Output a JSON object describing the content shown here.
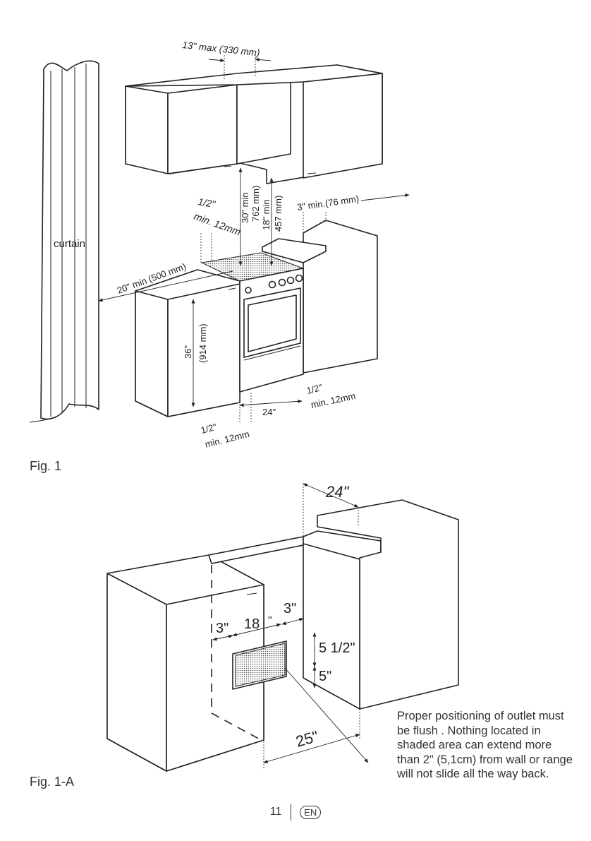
{
  "figure1": {
    "caption": "Fig. 1",
    "labels": {
      "top_gap": "13\" max (330 mm)",
      "curtain": "curtain",
      "hood_clear_in": "30\" min",
      "hood_clear_mm": "762 mm)",
      "cab_clear_in": "18\" min",
      "cab_clear_mm": "457 mm)",
      "side_gap_top": "1/2\"",
      "side_gap_top_min": "min. 12mm",
      "right_gap": "3\" min.(76 mm)",
      "curtain_dist": "20\" min (500 mm)",
      "counter_height_in": "36\"",
      "counter_height_mm": "(914 mm)",
      "range_width": "24\"",
      "right_bottom_gap": "1/2\"",
      "right_bottom_gap_min": "min. 12mm",
      "left_bottom_gap": "1/2\"",
      "left_bottom_gap_min": "min. 12mm"
    }
  },
  "figure1a": {
    "caption": "Fig. 1-A",
    "labels": {
      "depth": "24\"",
      "left_offset": "3\"",
      "zone_width": "18",
      "zone_width_unit": "\"",
      "right_offset": "3\"",
      "top_offset": "5 1/2\"",
      "zone_height": "5\"",
      "opening_depth": "25\""
    },
    "note": "Proper positioning of outlet must be flush . Nothing located in shaded area can extend more than 2\" (5,1cm) from wall or range will not slide all the way back."
  },
  "footer": {
    "page_number": "11",
    "language": "EN"
  }
}
